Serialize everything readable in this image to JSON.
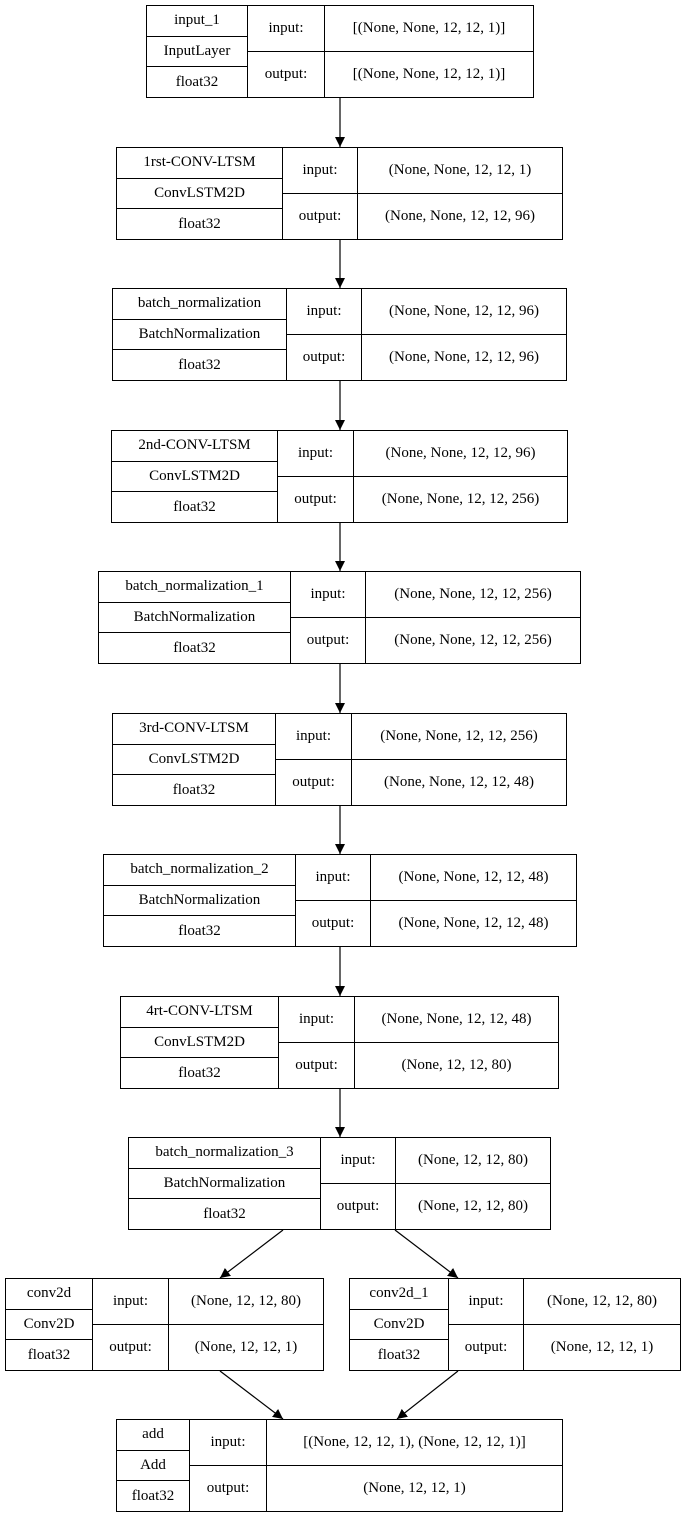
{
  "input_label": "input:",
  "output_label": "output:",
  "nodes": [
    {
      "id": "input_1",
      "name": "input_1",
      "type": "InputLayer",
      "dtype": "float32",
      "input": "[(None, None, 12, 12, 1)]",
      "output": "[(None, None, 12, 12, 1)]"
    },
    {
      "id": "conv1",
      "name": "1rst-CONV-LTSM",
      "type": "ConvLSTM2D",
      "dtype": "float32",
      "input": "(None, None, 12, 12, 1)",
      "output": "(None, None, 12, 12, 96)"
    },
    {
      "id": "bn0",
      "name": "batch_normalization",
      "type": "BatchNormalization",
      "dtype": "float32",
      "input": "(None, None, 12, 12, 96)",
      "output": "(None, None, 12, 12, 96)"
    },
    {
      "id": "conv2",
      "name": "2nd-CONV-LTSM",
      "type": "ConvLSTM2D",
      "dtype": "float32",
      "input": "(None, None, 12, 12, 96)",
      "output": "(None, None, 12, 12, 256)"
    },
    {
      "id": "bn1",
      "name": "batch_normalization_1",
      "type": "BatchNormalization",
      "dtype": "float32",
      "input": "(None, None, 12, 12, 256)",
      "output": "(None, None, 12, 12, 256)"
    },
    {
      "id": "conv3",
      "name": "3rd-CONV-LTSM",
      "type": "ConvLSTM2D",
      "dtype": "float32",
      "input": "(None, None, 12, 12, 256)",
      "output": "(None, None, 12, 12, 48)"
    },
    {
      "id": "bn2",
      "name": "batch_normalization_2",
      "type": "BatchNormalization",
      "dtype": "float32",
      "input": "(None, None, 12, 12, 48)",
      "output": "(None, None, 12, 12, 48)"
    },
    {
      "id": "conv4",
      "name": "4rt-CONV-LTSM",
      "type": "ConvLSTM2D",
      "dtype": "float32",
      "input": "(None, None, 12, 12, 48)",
      "output": "(None, 12, 12, 80)"
    },
    {
      "id": "bn3",
      "name": "batch_normalization_3",
      "type": "BatchNormalization",
      "dtype": "float32",
      "input": "(None, 12, 12, 80)",
      "output": "(None, 12, 12, 80)"
    },
    {
      "id": "conv2d",
      "name": "conv2d",
      "type": "Conv2D",
      "dtype": "float32",
      "input": "(None, 12, 12, 80)",
      "output": "(None, 12, 12, 1)"
    },
    {
      "id": "conv2d_1",
      "name": "conv2d_1",
      "type": "Conv2D",
      "dtype": "float32",
      "input": "(None, 12, 12, 80)",
      "output": "(None, 12, 12, 1)"
    },
    {
      "id": "add",
      "name": "add",
      "type": "Add",
      "dtype": "float32",
      "input": "[(None, 12, 12, 1), (None, 12, 12, 1)]",
      "output": "(None, 12, 12, 1)"
    }
  ],
  "edges": [
    [
      "input_1",
      "conv1"
    ],
    [
      "conv1",
      "bn0"
    ],
    [
      "bn0",
      "conv2"
    ],
    [
      "conv2",
      "bn1"
    ],
    [
      "bn1",
      "conv3"
    ],
    [
      "conv3",
      "bn2"
    ],
    [
      "bn2",
      "conv4"
    ],
    [
      "conv4",
      "bn3"
    ],
    [
      "bn3",
      "conv2d"
    ],
    [
      "bn3",
      "conv2d_1"
    ],
    [
      "conv2d",
      "add"
    ],
    [
      "conv2d_1",
      "add"
    ]
  ]
}
